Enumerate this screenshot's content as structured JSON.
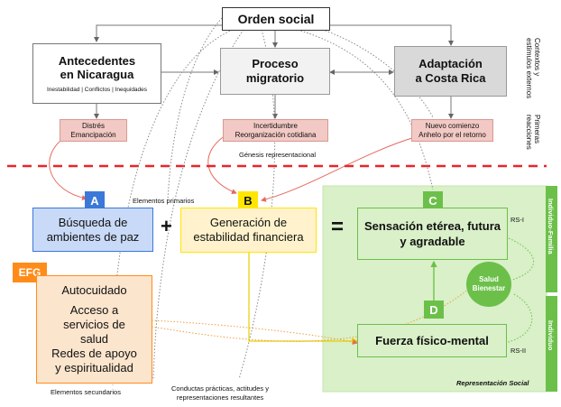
{
  "orden_social": "Orden social",
  "antecedentes": {
    "title_1": "Antecedentes",
    "title_2": "en Nicaragua",
    "subtitle": "Inestabilidad | Conflictos | Inequidades"
  },
  "proceso": {
    "title_1": "Proceso",
    "title_2": "migratorio"
  },
  "adaptacion": {
    "title_1": "Adaptación",
    "title_2": "a Costa Rica"
  },
  "side_label_contextos": {
    "line1": "Contextos y",
    "line2": "estímulos externos"
  },
  "side_label_primeras": {
    "line1": "Primeras",
    "line2": "reacciones"
  },
  "reac_1": {
    "line1": "Distrés",
    "line2": "Emancipación"
  },
  "reac_2": {
    "line1": "Incertidumbre",
    "line2": "Reorganización cotidiana"
  },
  "reac_3": {
    "line1": "Nuevo comienzo",
    "line2": "Anhelo por el retorno"
  },
  "genesis": "Génesis representacional",
  "elementos_primarios": "Elementos primarios",
  "elementos_secundarios": "Elementos secundarios",
  "conductas": {
    "line1": "Conductas prácticas, actitudes y",
    "line2": "representaciones resultantes"
  },
  "badge_a": "A",
  "badge_b": "B",
  "badge_c": "C",
  "badge_d": "D",
  "badge_efg": "EFG",
  "box_a": {
    "line1": "Búsqueda de",
    "line2": "ambientes de paz"
  },
  "box_b": {
    "line1": "Generación de",
    "line2": "estabilidad financiera"
  },
  "box_c": {
    "line1": "Sensación etérea, futura",
    "line2": "y agradable"
  },
  "box_d": "Fuerza físico-mental",
  "plus": "+",
  "equals": "=",
  "efg_items": [
    "Autocuidado",
    "Acceso a",
    "servicios de",
    "salud",
    "Redes de apoyo",
    "y espiritualidad"
  ],
  "salud": {
    "line1": "Salud",
    "line2": "Bienestar"
  },
  "rs1": "RS-I",
  "rs2": "RS-II",
  "representacion_social": "Representación Social",
  "tab_individuo_familia": "Individuo-Familia",
  "tab_individuo": "Individuo",
  "colors": {
    "green_bg": "#d9f0c8",
    "green_badge": "#6cc04a",
    "blue": "#3b78d8",
    "yellow": "#ffe600",
    "orange": "#ff8c1a",
    "red_dash": "#e8262a"
  }
}
